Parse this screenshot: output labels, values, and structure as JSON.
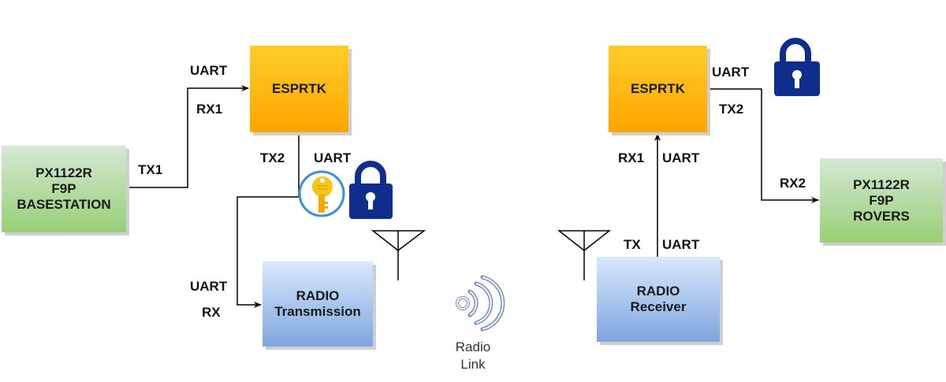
{
  "diagram": {
    "left": {
      "base_station": {
        "lines": [
          "PX1122R",
          "F9P",
          "BASESTATION"
        ]
      },
      "esprtk": {
        "label": "ESPRTK"
      },
      "radio": {
        "lines": [
          "RADIO",
          "Transmission"
        ]
      },
      "labels": {
        "tx1": "TX1",
        "uart_in": "UART",
        "rx1": "RX1",
        "tx2": "TX2",
        "uart_out": "UART",
        "uart_radio": "UART",
        "rx_radio": "RX"
      },
      "icons": {
        "key": "key-icon",
        "lock": "lock-closed-icon",
        "antenna": "antenna-icon"
      }
    },
    "link": {
      "label_lines": [
        "Radio",
        "Link"
      ],
      "icon": "radio-waves-icon"
    },
    "right": {
      "radio": {
        "lines": [
          "RADIO",
          "Receiver"
        ]
      },
      "esprtk": {
        "label": "ESPRTK"
      },
      "rovers": {
        "lines": [
          "PX1122R",
          "F9P",
          "ROVERS"
        ]
      },
      "labels": {
        "tx": "TX",
        "uart_radio": "UART",
        "rx1": "RX1",
        "uart_in": "UART",
        "uart_out": "UART",
        "tx2": "TX2",
        "rx2": "RX2"
      },
      "icons": {
        "lock": "lock-open-icon",
        "antenna": "antenna-icon"
      }
    },
    "colors": {
      "gps_box": "#97d077",
      "esp_box": "#ffa500",
      "radio_box": "#7ea6e0",
      "lock": "#0f2e8c",
      "key": "#f5c518",
      "key_ring": "#3a8fd6",
      "waves": "#6c8ebf"
    }
  }
}
